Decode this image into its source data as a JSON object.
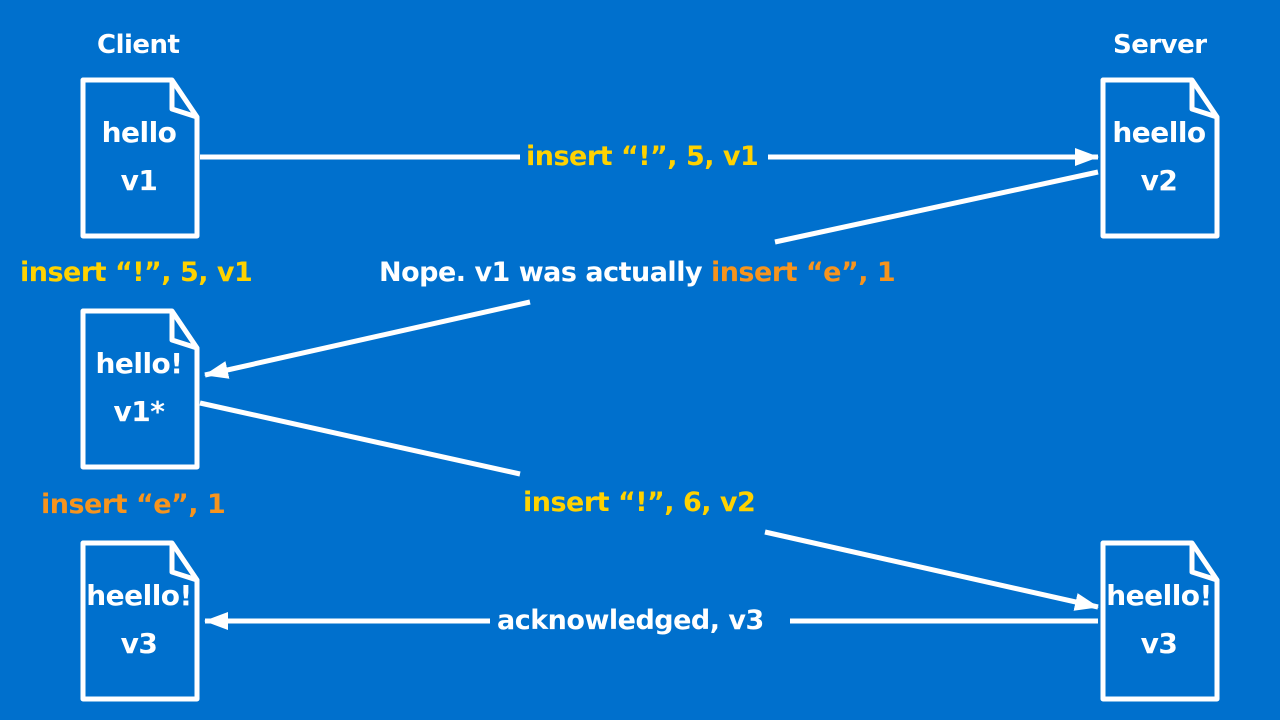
{
  "colors": {
    "background": "#0070cd",
    "line": "#ffffff",
    "yellow_op": "#ffd200",
    "orange_op": "#f7941d"
  },
  "headers": {
    "client": "Client",
    "server": "Server"
  },
  "client_docs": [
    {
      "content": "hello",
      "version": "v1"
    },
    {
      "content": "hello!",
      "version": "v1*"
    },
    {
      "content": "heello!",
      "version": "v3"
    }
  ],
  "server_docs": [
    {
      "content": "heello",
      "version": "v2"
    },
    {
      "content": "heello!",
      "version": "v3"
    }
  ],
  "messages": {
    "send_insert": "insert “!”, 5, v1",
    "reply_prefix": "Nope. v1 was actually ",
    "reply_op": "insert “e”, 1",
    "transformed_insert": "insert “!”, 6, v2",
    "ack": "acknowledged, v3"
  },
  "client_annotations": {
    "pending_op": "insert “!”, 5, v1",
    "applied_remote_op": "insert “e”, 1"
  }
}
